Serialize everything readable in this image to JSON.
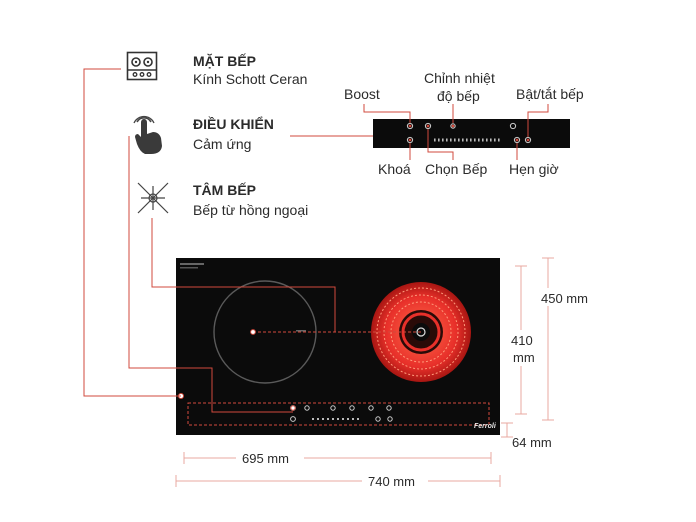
{
  "colors": {
    "accent_red": "#d04a3c",
    "panel_black": "#0b0b0b",
    "dim_line": "#e8a8a0",
    "text": "#2b2b2b"
  },
  "features": [
    {
      "title": "MẶT BẾP",
      "subtitle": "Kính Schott Ceran",
      "icon": "gas-stove-icon"
    },
    {
      "title": "ĐIỀU KHIỂN",
      "subtitle": "Cảm ứng",
      "icon": "touch-hand-icon"
    },
    {
      "title": "TÂM BẾP",
      "subtitle": "Bếp từ hồng ngoại",
      "icon": "burner-star-icon"
    }
  ],
  "controls": {
    "boost": "Boost",
    "temp_line1": "Chỉnh nhiệt",
    "temp_line2": "độ bếp",
    "power": "Bật/tắt bếp",
    "lock": "Khoá",
    "select": "Chọn Bếp",
    "timer": "Hẹn giờ"
  },
  "dimensions": {
    "height_outer": "450 mm",
    "height_inner_value": "410",
    "height_inner_unit": "mm",
    "depth": "64 mm",
    "width_inner": "695 mm",
    "width_outer": "740 mm"
  },
  "brand": "Ferroli"
}
